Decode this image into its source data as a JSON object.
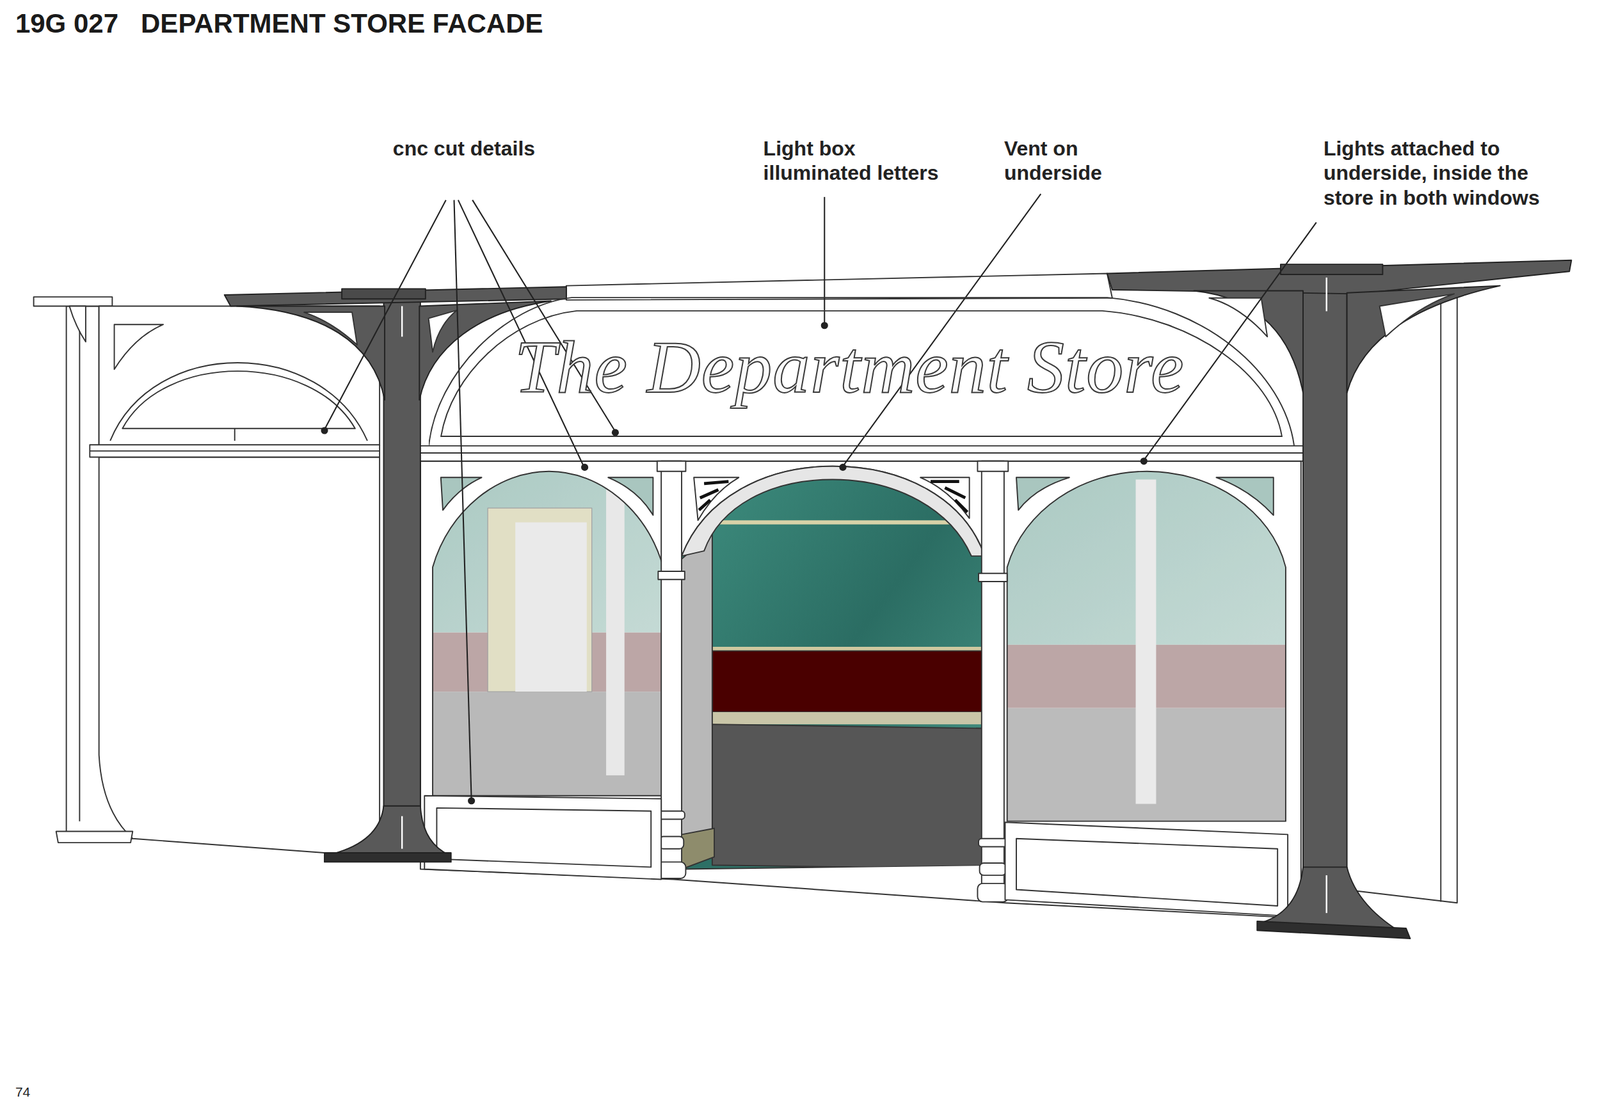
{
  "diagram": {
    "title": "19G 027   DEPARTMENT STORE FACADE",
    "nodes": [
      {
        "text": [
          "The Department Store"
        ]
      }
    ],
    "labels": [
      "cnc cut details",
      "Light box illuminated letters",
      "Vent on underside",
      "Lights attached to underside, inside the store in both windows",
      "74"
    ]
  }
}
